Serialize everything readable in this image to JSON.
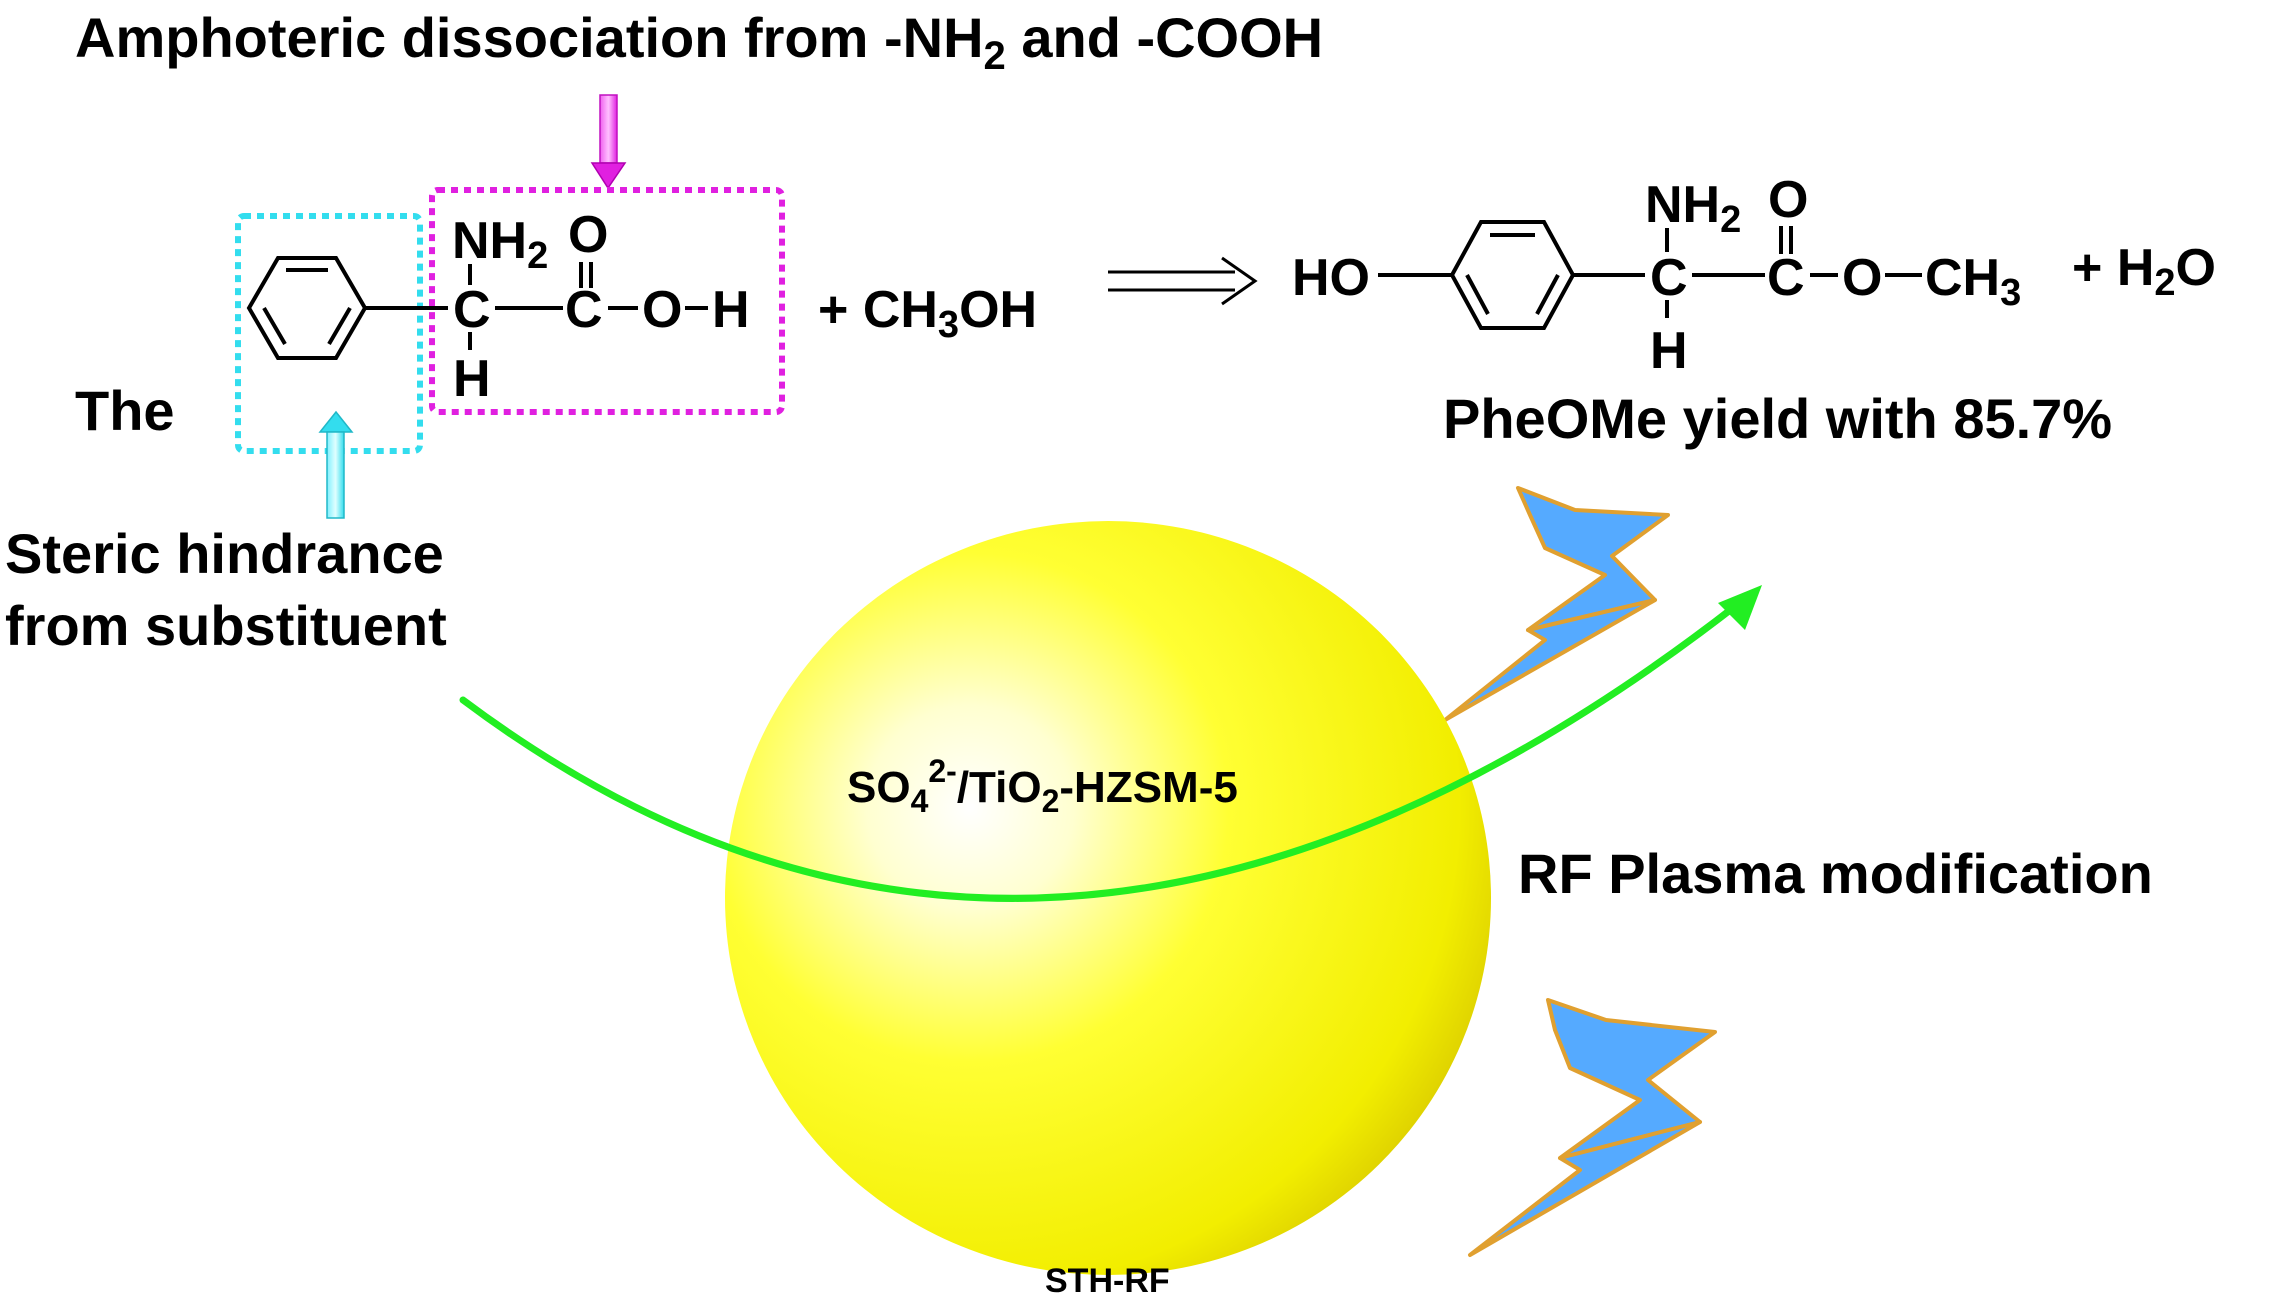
{
  "header": {
    "amphoteric_main": "Amphoteric dissociation from -NH",
    "amphoteric_sub": "2",
    "amphoteric_tail": " and -COOH"
  },
  "reactant": {
    "the_label": "The",
    "nh2_n": "NH",
    "nh2_sub": "2",
    "carbonyl_o": "O",
    "alpha_c": "C",
    "carboxyl_c": "C",
    "oh": "O",
    "oh_h": "H",
    "alpha_h": "H"
  },
  "reagent": {
    "methanol_prefix": "+ CH",
    "methanol_sub": "3",
    "methanol_suffix": "OH"
  },
  "product": {
    "ho": "HO",
    "alpha_c": "C",
    "nh2_n": "NH",
    "nh2_sub": "2",
    "carbonyl_o": "O",
    "carbonyl_c": "C",
    "ester_o": "O",
    "methyl": "CH",
    "methyl_sub": "3",
    "alpha_h": "H",
    "water_prefix": "+  H",
    "water_sub": "2",
    "water_suffix": "O",
    "yield_label": "PheOMe yield with 85.7%"
  },
  "annotations": {
    "steric_line1": "Steric hindrance",
    "steric_line2": "from substituent"
  },
  "catalyst": {
    "formula_so": "SO",
    "formula_so_sub": "4",
    "formula_so_sup": "2-",
    "formula_ti": "/TiO",
    "formula_ti_sub": "2",
    "formula_rest": "-HZSM-5",
    "name": "STH-RF",
    "process_label": "RF Plasma modification"
  },
  "colors": {
    "magenta_box": "#e020e0",
    "cyan_box": "#33ddee",
    "green_arrow": "#22ee22",
    "lightning_fill": "#55aaff",
    "lightning_edge": "#e0a030",
    "sphere_core": "#ffffff",
    "sphere_body": "#ffff00",
    "sphere_edge": "#d8c800"
  }
}
